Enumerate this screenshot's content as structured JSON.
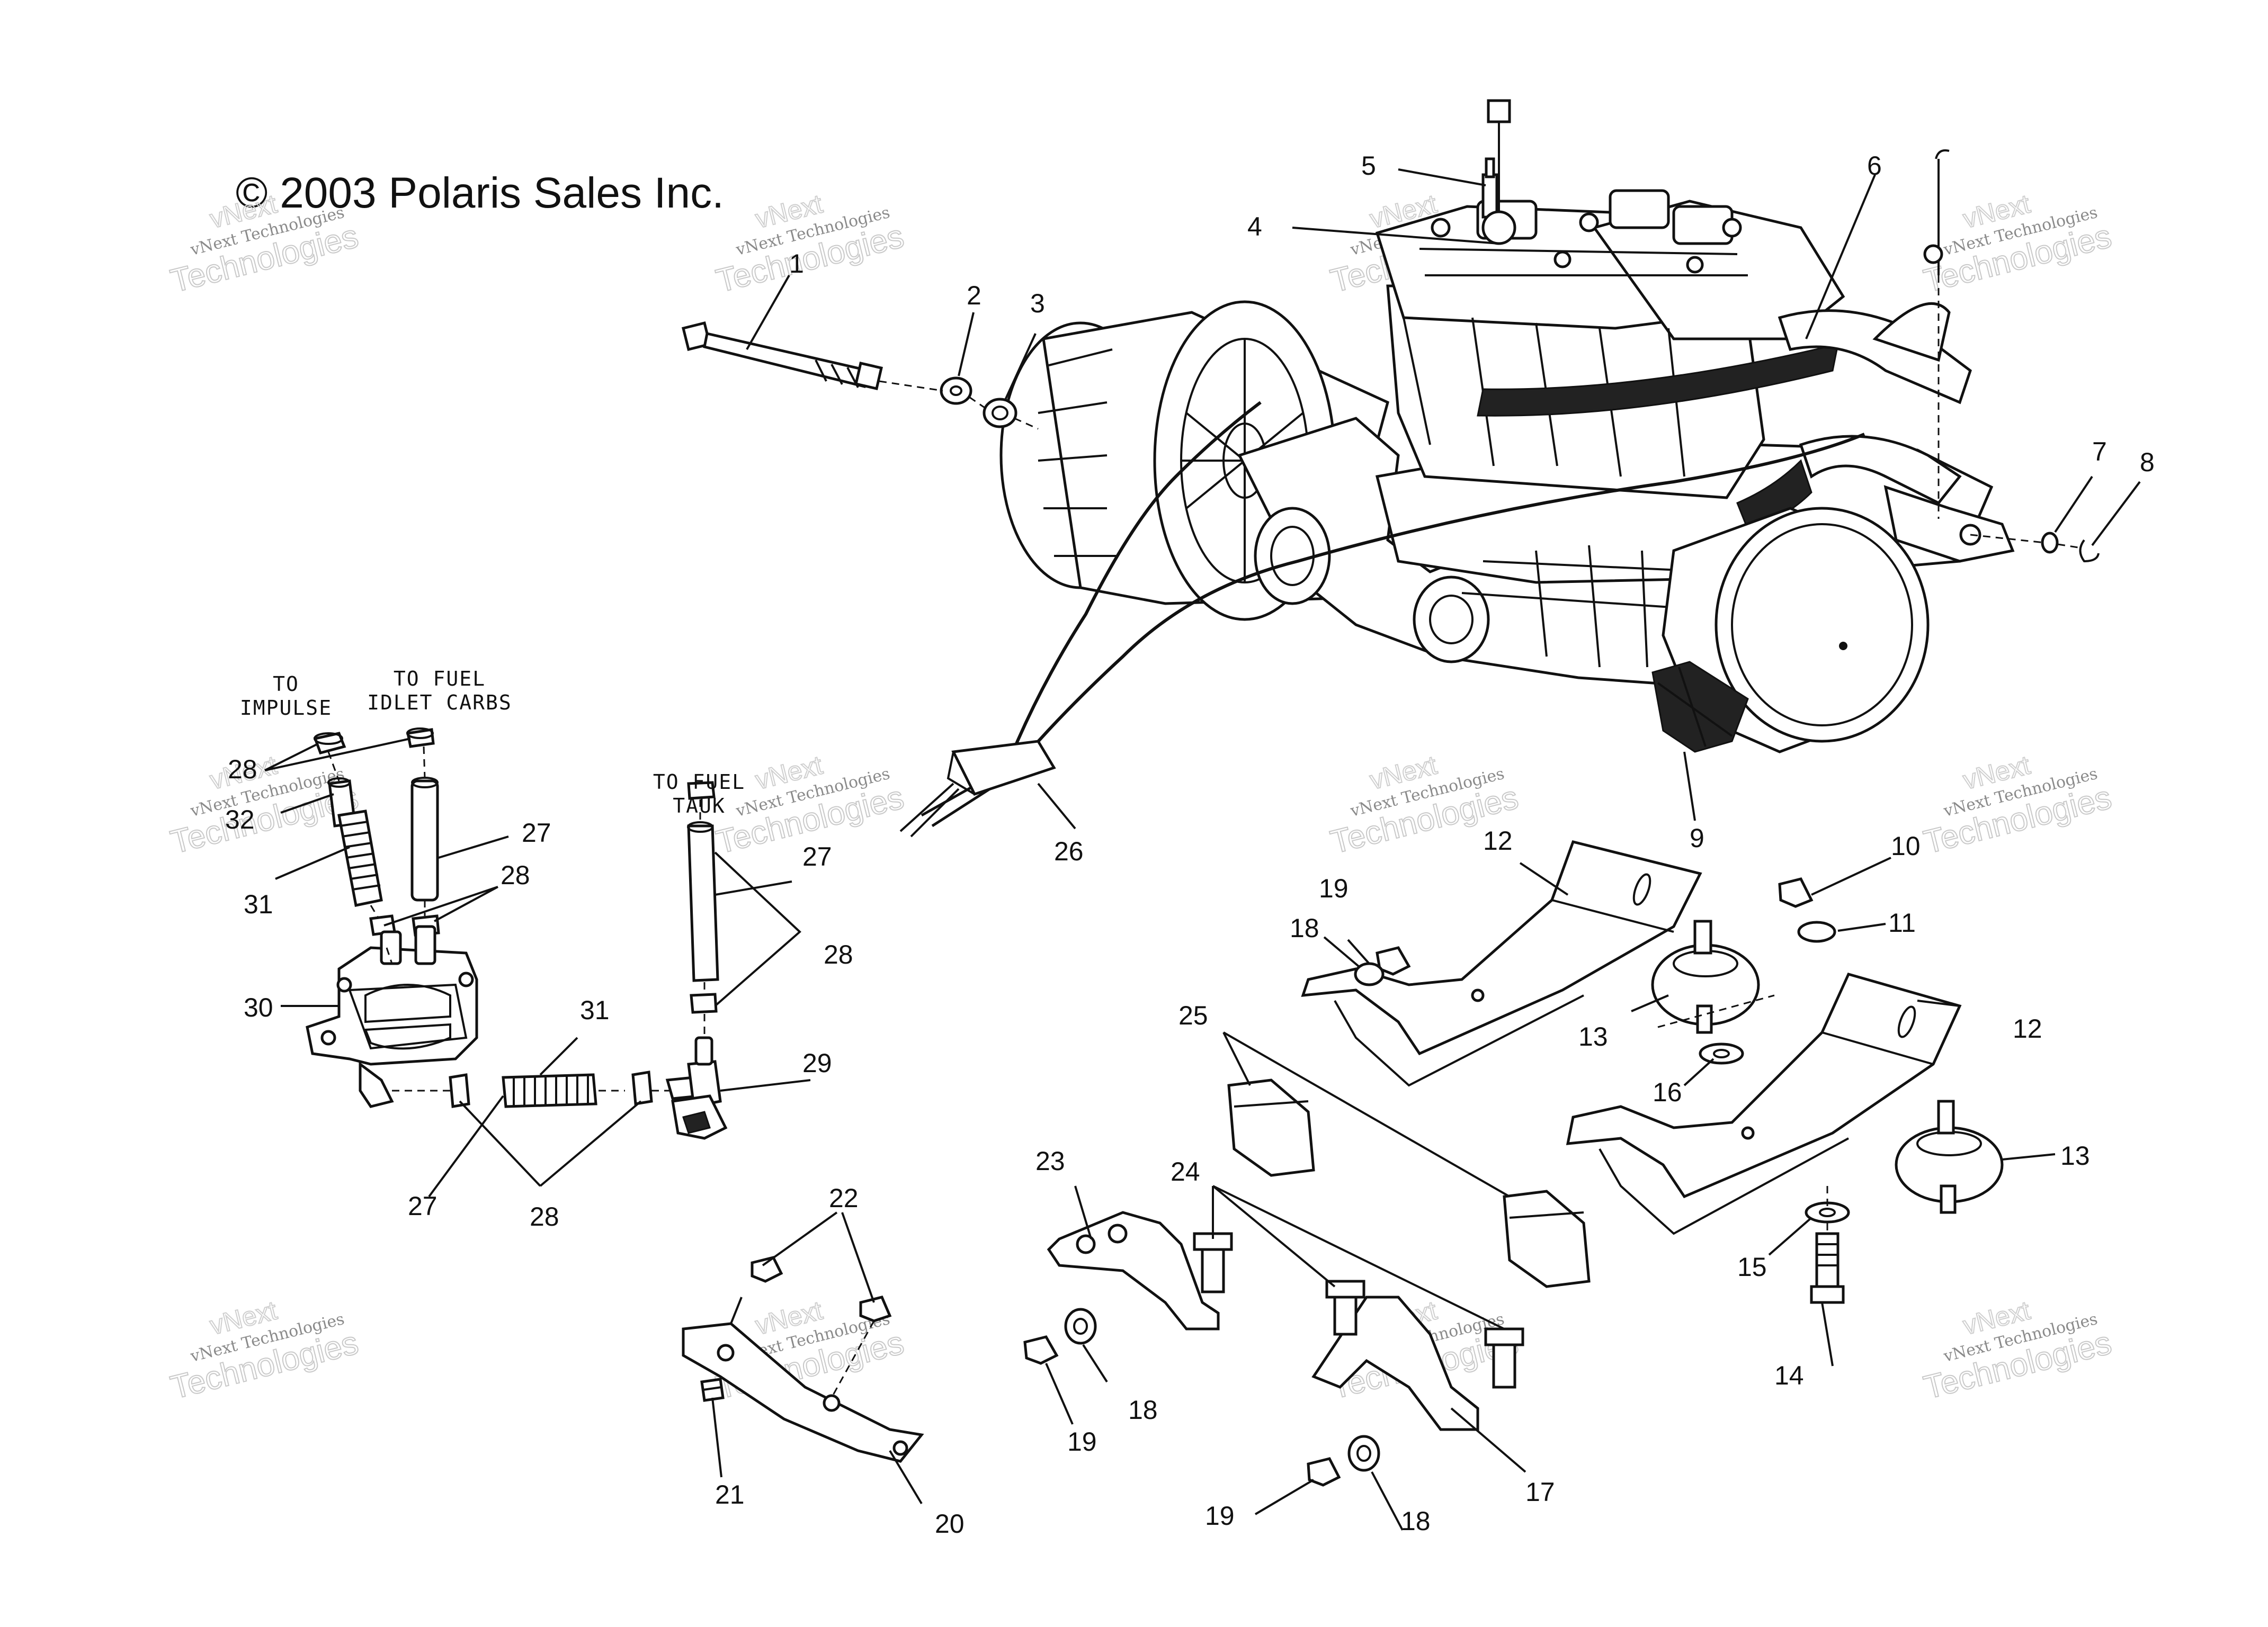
{
  "copyright": "© 2003 Polaris Sales Inc.",
  "notes": {
    "to_impulse": [
      "TO",
      "IMPULSE"
    ],
    "to_fuel_idlet_carbs": [
      "TO FUEL",
      "IDLET CARBS"
    ],
    "to_fuel_tank": [
      "TO FUEL",
      "TAUK"
    ]
  },
  "watermark": {
    "line1": "vNext Technologies",
    "line2": "Technologies",
    "line3": "vNext"
  },
  "callouts": {
    "n1": "1",
    "n2": "2",
    "n3": "3",
    "n4": "4",
    "n5": "5",
    "n6": "6",
    "n7": "7",
    "n8": "8",
    "n9": "9",
    "n10": "10",
    "n11": "11",
    "n12a": "12",
    "n12b": "12",
    "n13a": "13",
    "n13b": "13",
    "n14": "14",
    "n15": "15",
    "n16": "16",
    "n17": "17",
    "n18a": "18",
    "n18b": "18",
    "n18c": "18",
    "n19a": "19",
    "n19b": "19",
    "n19c": "19",
    "n20": "20",
    "n21": "21",
    "n22": "22",
    "n23": "23",
    "n24": "24",
    "n25": "25",
    "n26": "26",
    "n27a": "27",
    "n27b": "27",
    "n27c": "27",
    "n28a": "28",
    "n28b": "28",
    "n28c": "28",
    "n28d": "28",
    "n29": "29",
    "n30": "30",
    "n31a": "31",
    "n31b": "31",
    "n32": "32"
  }
}
